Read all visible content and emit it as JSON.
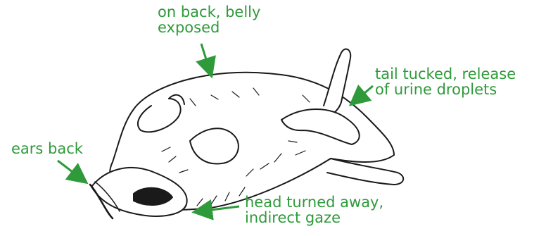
{
  "labels": {
    "belly": {
      "line1": "on back, belly",
      "line2": "exposed"
    },
    "tail": {
      "line1": "tail tucked, release",
      "line2": "of urine droplets"
    },
    "ears": {
      "line1": "ears back"
    },
    "head": {
      "line1": "head turned away,",
      "line2": "indirect gaze"
    }
  },
  "colors": {
    "annotation": "#2e9a3a",
    "ink": "#1a1a1a"
  }
}
